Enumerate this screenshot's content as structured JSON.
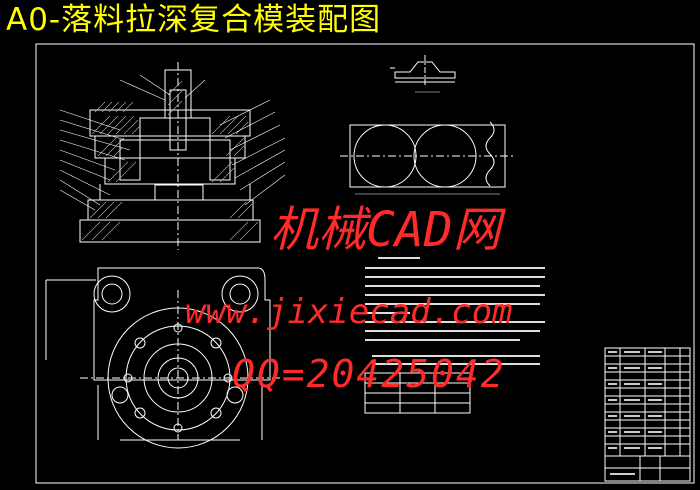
{
  "drawing": {
    "title": "A0-落料拉深复合模装配图"
  },
  "watermark": {
    "line1": "机械CAD网",
    "line2": "www.jixiecad.com",
    "line3": "QQ=20425042"
  },
  "colors": {
    "background": "#000000",
    "frame": "#ffffff",
    "title": "#ffff00",
    "watermark": "#ff2a2a"
  }
}
